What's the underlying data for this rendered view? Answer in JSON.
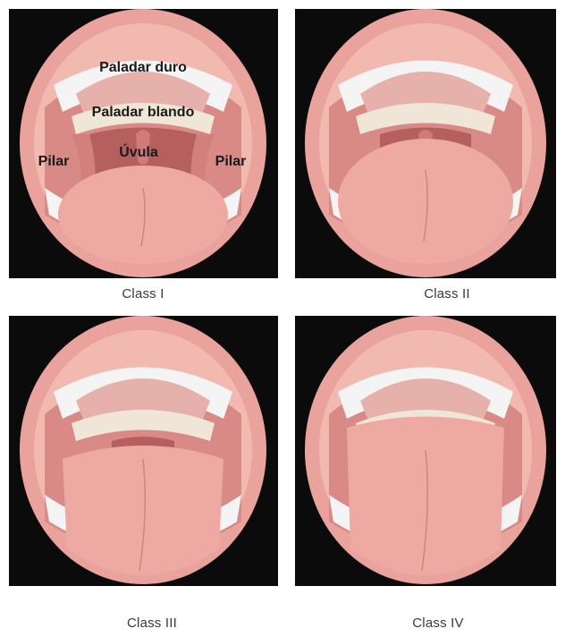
{
  "labels": {
    "hard_palate": "Paladar duro",
    "soft_palate": "Paladar blando",
    "uvula": "Úvula",
    "pillar_left": "Pilar",
    "pillar_right": "Pilar"
  },
  "panels": [
    {
      "caption": "Class I",
      "class_level": 1
    },
    {
      "caption": "Class II",
      "class_level": 2
    },
    {
      "caption": "Class III",
      "class_level": 3
    },
    {
      "caption": "Class IV",
      "class_level": 4
    }
  ],
  "colors": {
    "background": "#0b0b0b",
    "lip": "#e9a39c",
    "palate": "#e7b1ab",
    "soft_palate_band": "#efe6d8",
    "throat": "#b55f5f",
    "tongue": "#eeaaa2",
    "teeth": "#f4f4f4"
  }
}
